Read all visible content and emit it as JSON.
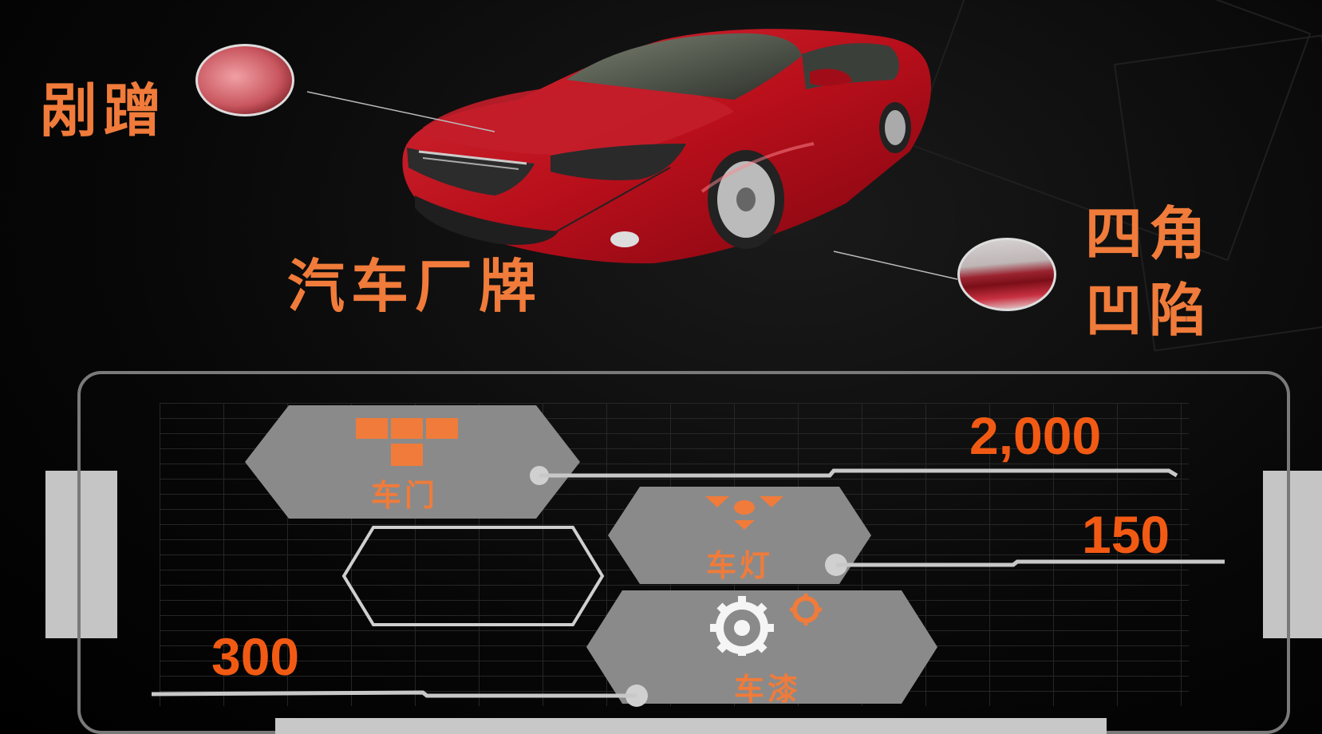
{
  "callouts": {
    "scratch": "剐蹭",
    "brand": "汽车厂牌",
    "dent_line1": "四角",
    "dent_line2": "凹陷"
  },
  "parts": [
    {
      "label": "车门",
      "value": "2,000",
      "icon": "boxes-icon"
    },
    {
      "label": "车灯",
      "value": "150",
      "icon": "triangles-dot-icon"
    },
    {
      "label": "车漆",
      "value": "300",
      "icon": "gears-icon"
    }
  ],
  "colors": {
    "accent": "#f07b3a",
    "value": "#f25a14",
    "hex_fill": "#8a8a8a",
    "car_red": "#c0101c"
  }
}
